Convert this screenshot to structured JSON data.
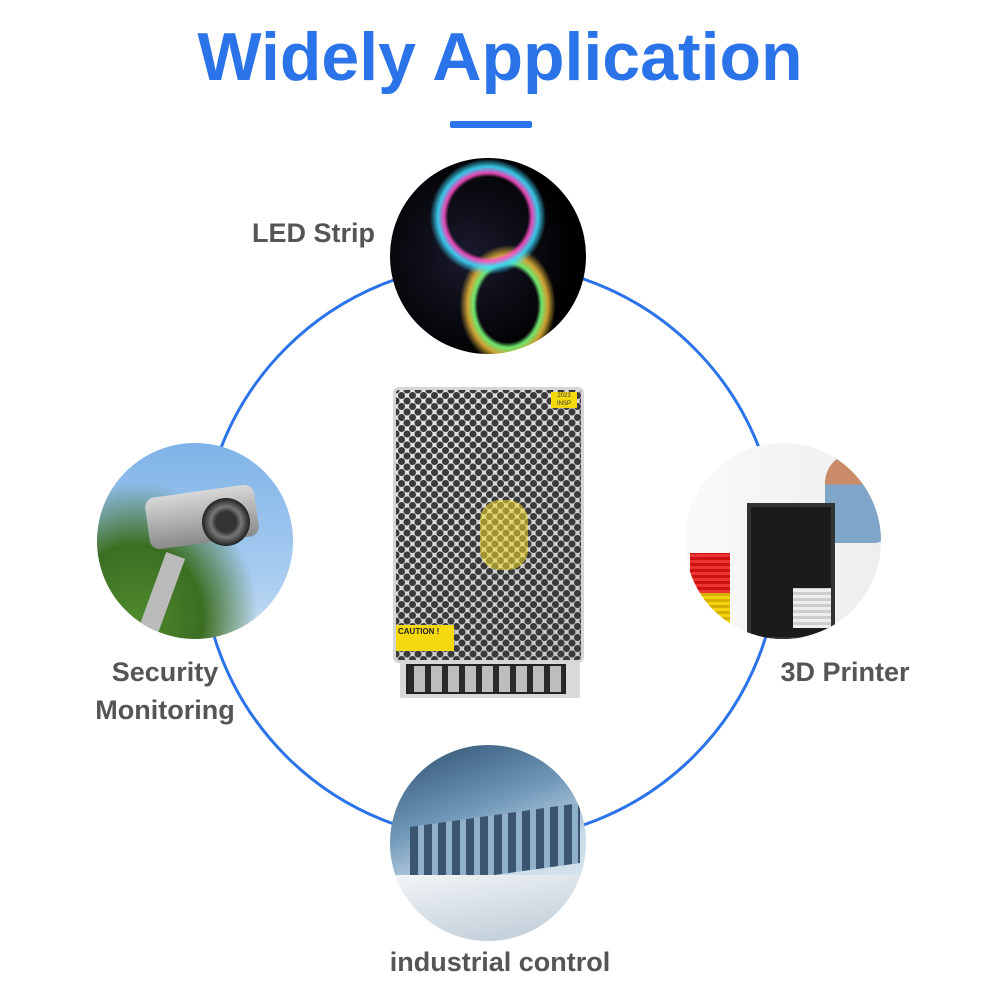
{
  "title": "Widely Application",
  "applications": [
    {
      "label": "LED Strip"
    },
    {
      "label_line1": "Security",
      "label_line2": "Monitoring"
    },
    {
      "label": "3D Printer"
    },
    {
      "label": "industrial control"
    }
  ],
  "product": {
    "caution_label": "CAUTION !",
    "sticker": "2023 INSP"
  },
  "colors": {
    "accent": "#2a73e8",
    "label": "#555555"
  }
}
